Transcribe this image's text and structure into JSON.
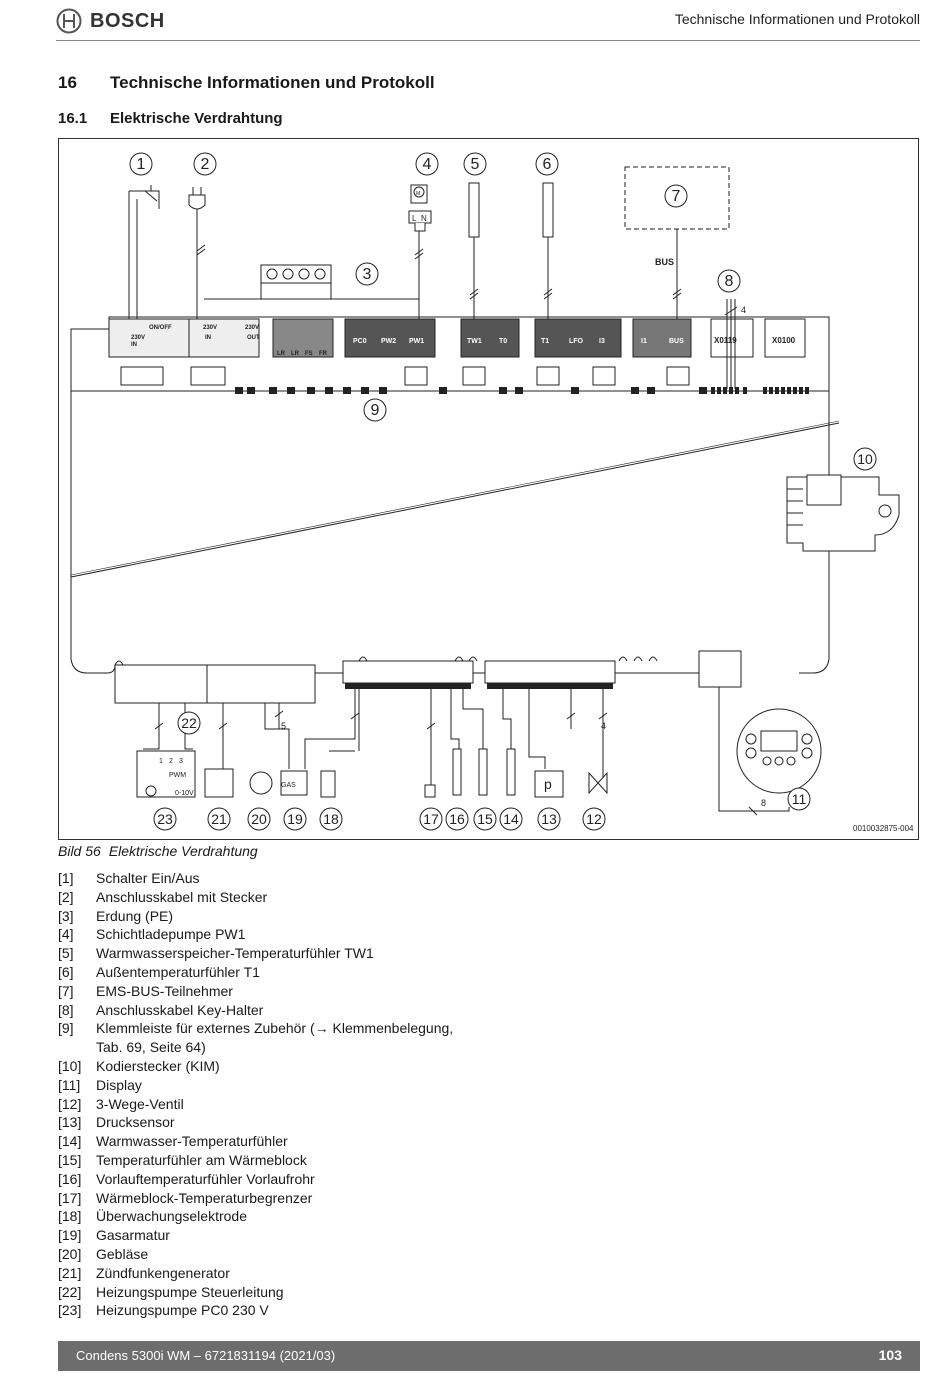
{
  "header": {
    "brand": "BOSCH",
    "title": "Technische Informationen und Protokoll"
  },
  "section": {
    "number": "16",
    "title": "Technische Informationen und Protokoll"
  },
  "subsection": {
    "number": "16.1",
    "title": "Elektrische Verdrahtung"
  },
  "figure": {
    "id": "0010032875-004",
    "callouts": [
      "1",
      "2",
      "3",
      "4",
      "5",
      "6",
      "7",
      "8",
      "9",
      "10",
      "11",
      "12",
      "13",
      "14",
      "15",
      "16",
      "17",
      "18",
      "19",
      "20",
      "21",
      "22",
      "23"
    ],
    "labels": {
      "bus": "BUS",
      "x0119": "X0119",
      "x0100": "X0100",
      "four_a": "4",
      "four_b": "4",
      "five": "5",
      "eight": "8",
      "onoff": "ON/OFF",
      "v230_a": "230V",
      "in_a": "IN",
      "v230_b": "230V",
      "in_b": "IN",
      "v230_c": "230V",
      "out": "OUT",
      "pc0": "PC0",
      "pw2": "PW2",
      "pw1": "PW1",
      "tw1": "TW1",
      "t0": "T0",
      "t1": "T1",
      "lfo": "LFO",
      "i3": "I3",
      "i1": "I1",
      "bus_t": "BUS",
      "lr1": "LR",
      "lr2": "LR",
      "fs": "FS",
      "fr": "FR",
      "gas": "GAS",
      "p": "p",
      "pwm": "PWM",
      "v010": "0-10V",
      "m": "M",
      "l": "L",
      "n": "N",
      "one": "1",
      "two": "2",
      "three": "3"
    }
  },
  "caption": {
    "label": "Bild 56",
    "text": "Elektrische Verdrahtung"
  },
  "legend": [
    {
      "key": "[1]",
      "text": "Schalter Ein/Aus"
    },
    {
      "key": "[2]",
      "text": "Anschlusskabel mit Stecker"
    },
    {
      "key": "[3]",
      "text": "Erdung (PE)"
    },
    {
      "key": "[4]",
      "text": "Schichtladepumpe PW1"
    },
    {
      "key": "[5]",
      "text": "Warmwasserspeicher-Temperaturfühler TW1"
    },
    {
      "key": "[6]",
      "text": "Außentemperaturfühler T1"
    },
    {
      "key": "[7]",
      "text": "EMS-BUS-Teilnehmer"
    },
    {
      "key": "[8]",
      "text": "Anschlusskabel Key-Halter"
    },
    {
      "key": "[9]",
      "text": "Klemmleiste für externes Zubehör (→ Klemmenbelegung,"
    },
    {
      "key": "",
      "text": "Tab. 69, Seite 64)"
    },
    {
      "key": "[10]",
      "text": "Kodierstecker (KIM)"
    },
    {
      "key": "[11]",
      "text": "Display"
    },
    {
      "key": "[12]",
      "text": "3-Wege-Ventil"
    },
    {
      "key": "[13]",
      "text": "Drucksensor"
    },
    {
      "key": "[14]",
      "text": "Warmwasser-Temperaturfühler"
    },
    {
      "key": "[15]",
      "text": "Temperaturfühler am Wärmeblock"
    },
    {
      "key": "[16]",
      "text": "Vorlauftemperaturfühler Vorlaufrohr"
    },
    {
      "key": "[17]",
      "text": "Wärmeblock-Temperaturbegrenzer"
    },
    {
      "key": "[18]",
      "text": "Überwachungselektrode"
    },
    {
      "key": "[19]",
      "text": "Gasarmatur"
    },
    {
      "key": "[20]",
      "text": "Gebläse"
    },
    {
      "key": "[21]",
      "text": "Zündfunkengenerator"
    },
    {
      "key": "[22]",
      "text": "Heizungspumpe Steuerleitung"
    },
    {
      "key": "[23]",
      "text": "Heizungspumpe PC0 230 V"
    }
  ],
  "footer": {
    "left": "Condens 5300i WM – 6721831194 (2021/03)",
    "page": "103"
  }
}
